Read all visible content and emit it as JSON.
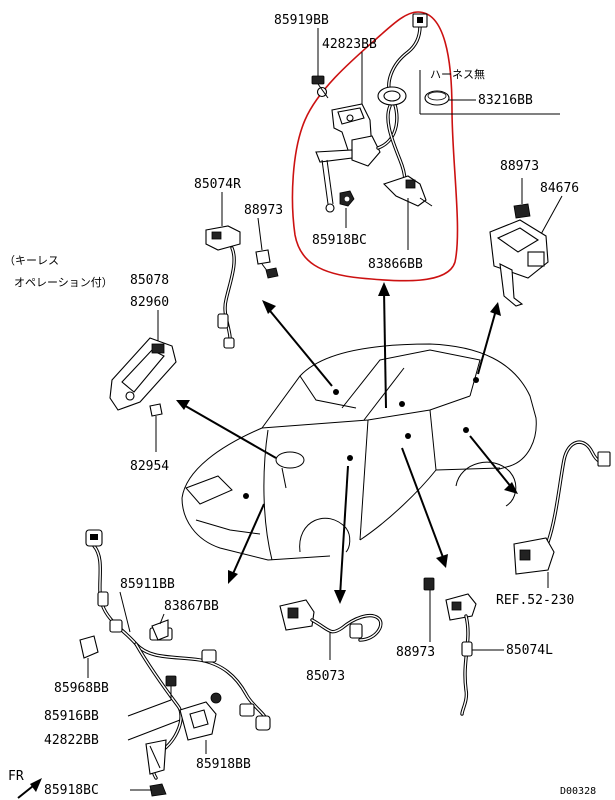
{
  "parts": {
    "p85919BB": "85919BB",
    "p42823BB": "42823BB",
    "harness_none": "ハーネス無",
    "p83216BB": "83216BB",
    "p85918BC_top": "85918BC",
    "p83866BB": "83866BB",
    "p85074R": "85074R",
    "p88973_left": "88973",
    "keyless_note_1": "（キーレス",
    "keyless_note_2": "オペレーション付）",
    "p85078": "85078",
    "p82960": "82960",
    "p82954": "82954",
    "p88973_right": "88973",
    "p84676": "84676",
    "ref": "REF.52-230",
    "p85911BB": "85911BB",
    "p83867BB": "83867BB",
    "p85968BB": "85968BB",
    "p85916BB": "85916BB",
    "p42822BB": "42822BB",
    "p85918BC_bottom": "85918BC",
    "p85918BB": "85918BB",
    "p85073": "85073",
    "p88973_bottom": "88973",
    "p85074L": "85074L",
    "fr": "FR",
    "figure_id": "D00328"
  },
  "highlight_color": "#cc1111"
}
